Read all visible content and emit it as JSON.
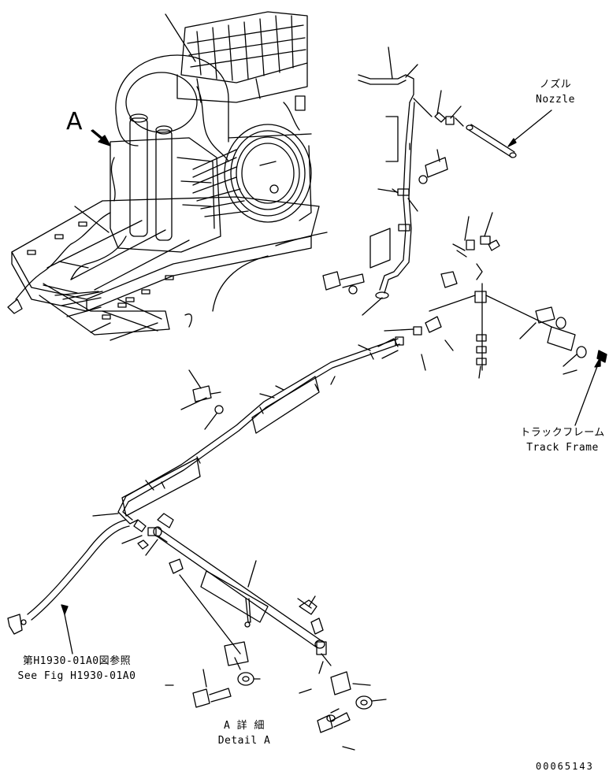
{
  "detail_marker": "A",
  "labels": {
    "nozzle_jp": "ノズル",
    "nozzle_en": "Nozzle",
    "track_frame_jp": "トラックフレーム",
    "track_frame_en": "Track Frame",
    "see_fig_jp": "第H1930-01A0図参照",
    "see_fig_en": "See Fig H1930-01A0",
    "detail_jp": "A 詳 細",
    "detail_en": "Detail A"
  },
  "drawing_number": "00065143"
}
